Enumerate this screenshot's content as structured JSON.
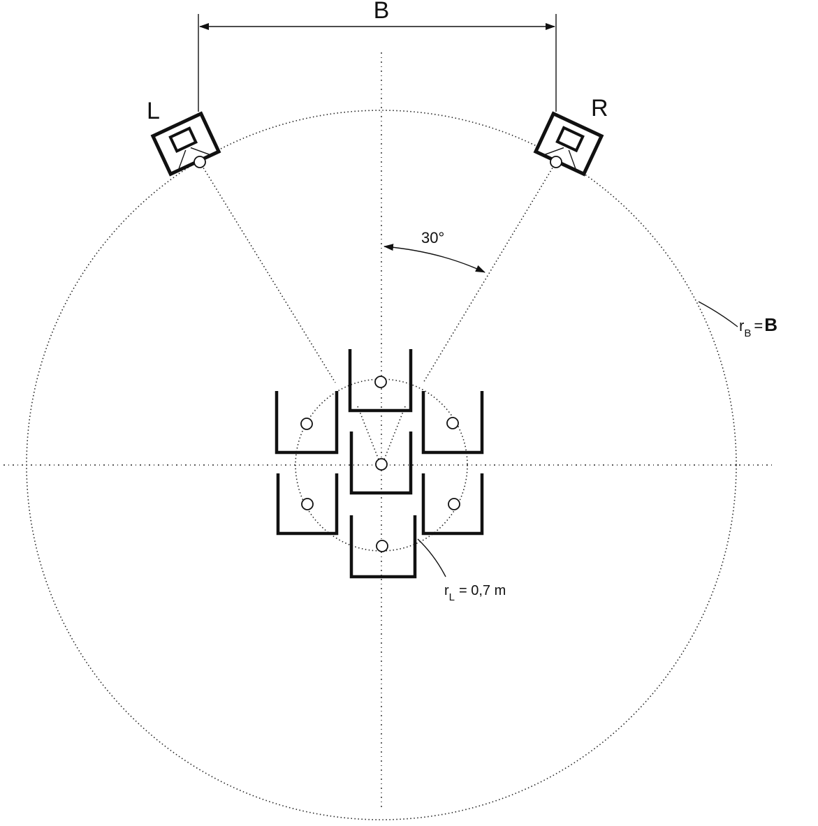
{
  "labels": {
    "base_width": "B",
    "left_speaker": "L",
    "right_speaker": "R",
    "angle": "30°",
    "radius_big_r": "r",
    "radius_big_sub": "B",
    "radius_big_eq": "=",
    "radius_big_value": "B",
    "radius_listener_r": "r",
    "radius_listener_sub": "L",
    "radius_listener_value": "= 0,7 m"
  }
}
